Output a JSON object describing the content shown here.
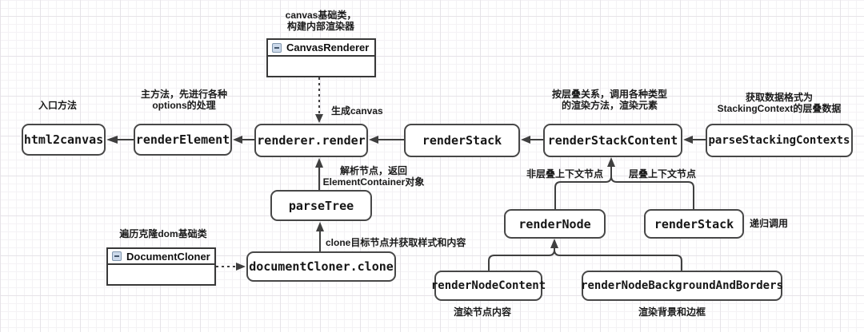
{
  "diagram": {
    "nodes": {
      "html2canvas": "html2canvas",
      "renderElement": "renderElement",
      "rendererRender": "renderer.render",
      "renderStack": "renderStack",
      "renderStackContent": "renderStackContent",
      "parseStackingContexts": "parseStackingContexts",
      "parseTree": "parseTree",
      "documentClonerClone": "documentCloner.clone",
      "renderNode": "renderNode",
      "renderStack2": "renderStack",
      "renderNodeContent": "renderNodeContent",
      "renderNodeBackgroundAndBorders": "renderNodeBackgroundAndBorders"
    },
    "classes": {
      "canvasRenderer": "CanvasRenderer",
      "documentCloner": "DocumentCloner"
    },
    "annotations": {
      "canvasRendererLine1": "canvas基础类，",
      "canvasRendererLine2": "构建内部渲染器",
      "entryMethod": "入口方法",
      "renderElementLine1": "主方法，先进行各种",
      "renderElementLine2": "options的处理",
      "generateCanvas": "生成canvas",
      "stackContentLine1": "按层叠关系，调用各种类型",
      "stackContentLine2": "的渲染方法，渲染元素",
      "parseStackingLine1": "获取数据格式为",
      "parseStackingLine2": "StackingContext的层叠数据",
      "parseTreeLine1": "解析节点，返回",
      "parseTreeLine2": "ElementContainer对象",
      "cloneTarget": "clone目标节点并获取样式和内容",
      "documentClonerNote": "遍历克隆dom基础类",
      "nonStackingContextNode": "非层叠上下文节点",
      "stackingContextNode": "层叠上下文节点",
      "recursiveCall": "递归调用",
      "renderNodeContentNote": "渲染节点内容",
      "renderBackgroundNote": "渲染背景和边框"
    },
    "colors": {
      "connector": "#3f3f3f",
      "nodeBorder": "#474747",
      "nodeFill": "#ffffff",
      "gridMinor": "#f4f2f5",
      "gridMajor": "#e6e3e8",
      "collapseIconFill": "#ccd9ea"
    }
  }
}
